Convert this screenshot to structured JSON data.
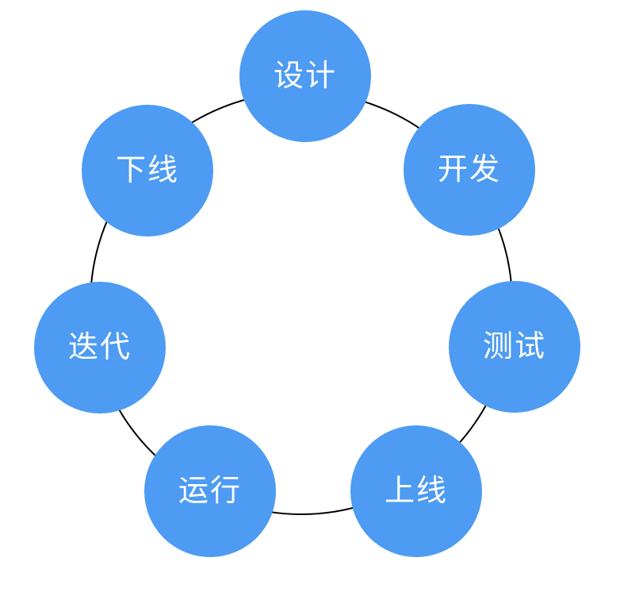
{
  "diagram": {
    "type": "cycle",
    "colors": {
      "node_fill": "#4D9BF2",
      "ring_stroke": "#000000",
      "label_text": "#FFFFFF"
    },
    "nodes": [
      {
        "label": "设计"
      },
      {
        "label": "开发"
      },
      {
        "label": "测试"
      },
      {
        "label": "上线"
      },
      {
        "label": "运行"
      },
      {
        "label": "迭代"
      },
      {
        "label": "下线"
      }
    ]
  }
}
